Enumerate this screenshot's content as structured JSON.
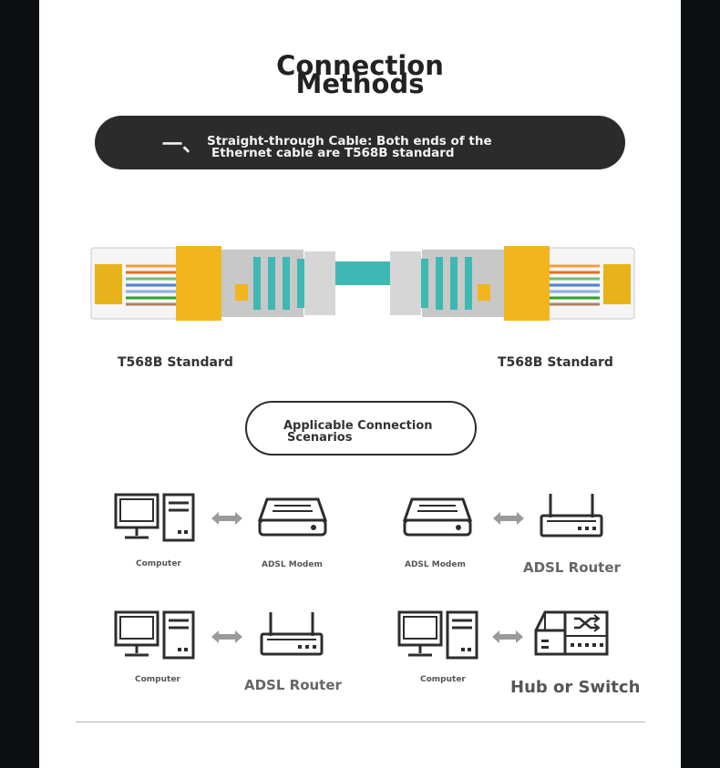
{
  "title": {
    "line1": "Connection",
    "line2": "Methods"
  },
  "banner": {
    "mark": "一、",
    "line1": "Straight-through Cable: Both ends of the",
    "line2": "Ethernet cable are T568B standard"
  },
  "standards": {
    "left": "T568B Standard",
    "right": "T568B Standard"
  },
  "scenarios": {
    "heading_line1": "Applicable Connection",
    "heading_line2": "Scenarios",
    "pairs": [
      {
        "from": "Computer",
        "to": "ADSL Modem",
        "from_icon": "computer-icon",
        "to_icon": "modem-icon"
      },
      {
        "from": "ADSL Modem",
        "to": "ADSL Router",
        "from_icon": "modem-icon",
        "to_icon": "router-icon"
      },
      {
        "from": "Computer",
        "to": "ADSL Router",
        "from_icon": "computer-icon",
        "to_icon": "router-icon"
      },
      {
        "from": "Computer",
        "to": "Hub or Switch",
        "from_icon": "computer-icon",
        "to_icon": "switch-icon"
      }
    ]
  },
  "colors": {
    "banner_bg": "#2b2b2b",
    "cable": "#3fb8b4",
    "connector": "#f2b51d",
    "icon": "#2d2d2d",
    "arrow": "#9a9a9a"
  }
}
